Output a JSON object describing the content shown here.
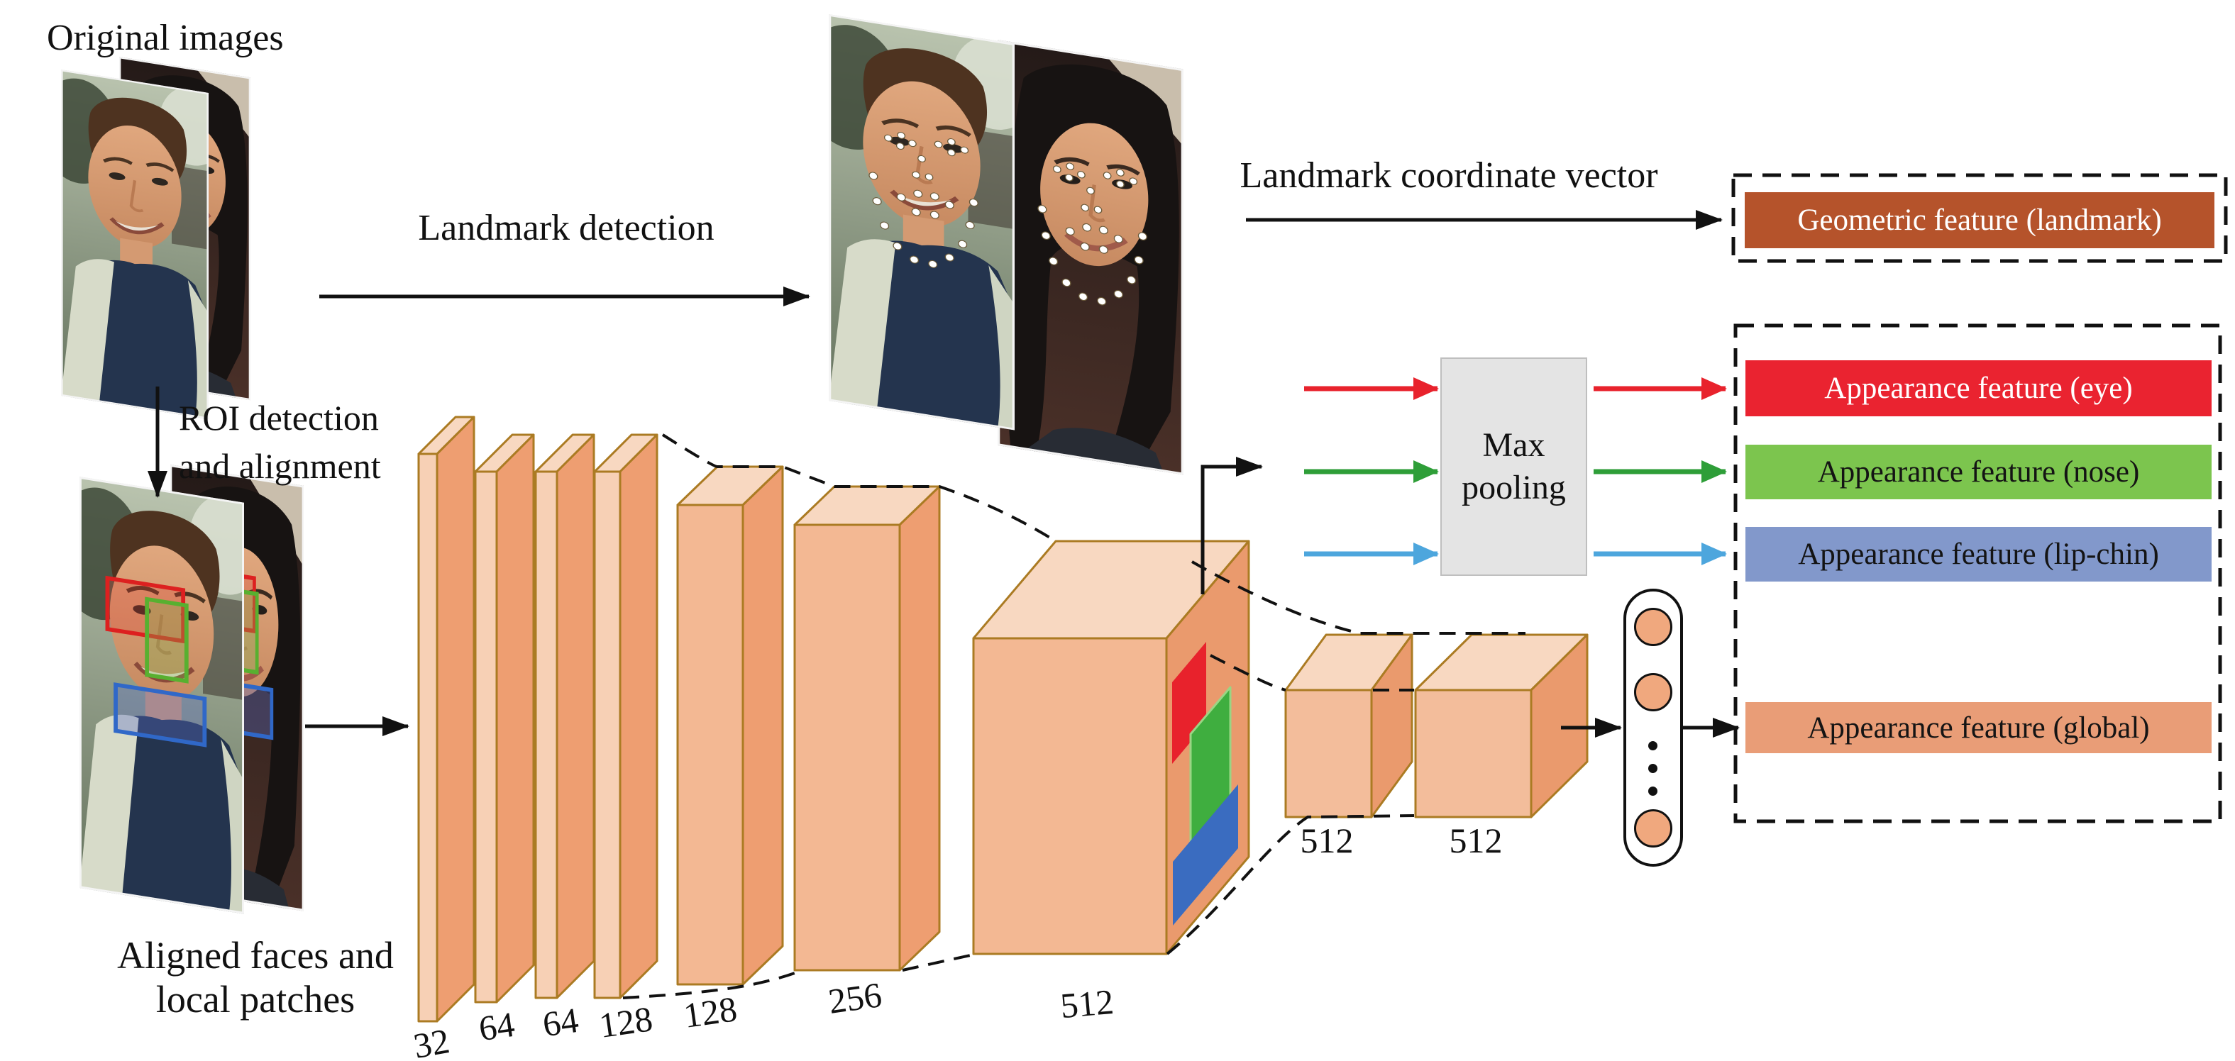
{
  "figure": {
    "title": "Facial feature extraction pipeline (geometric + appearance features)",
    "labels": {
      "original_images": "Original images",
      "landmark_detection": "Landmark detection",
      "landmark_coordinate_vector": "Landmark coordinate vector",
      "roi_detection": [
        "ROI detection",
        "and alignment"
      ],
      "aligned_faces": [
        "Aligned faces and",
        "local patches"
      ],
      "max_pooling": [
        "Max",
        "pooling"
      ]
    },
    "cnn_channels": [
      "32",
      "64",
      "64",
      "128",
      "128",
      "256",
      "512",
      "512",
      "512"
    ],
    "feature_boxes": {
      "geometric": "Geometric feature (landmark)",
      "eye": "Appearance feature (eye)",
      "nose": "Appearance feature (nose)",
      "lip_chin": "Appearance feature (lip-chin)",
      "global": "Appearance feature (global)"
    },
    "colors": {
      "geometric_bg": "#b5532b",
      "eye_bg": "#ea2330",
      "nose_bg": "#7cc54e",
      "lip_chin_bg": "#8298cb",
      "global_bg": "#e99d77",
      "arrow_red": "#e8222c",
      "arrow_green": "#2e9e38",
      "arrow_blue": "#4da6dd",
      "slab_front": "#f7d0b5",
      "slab_side": "#ee9e71",
      "slab_top": "#f8d8c1",
      "slab_edge": "#ab7b23",
      "maxpool_bg": "#e4e4e4"
    }
  }
}
